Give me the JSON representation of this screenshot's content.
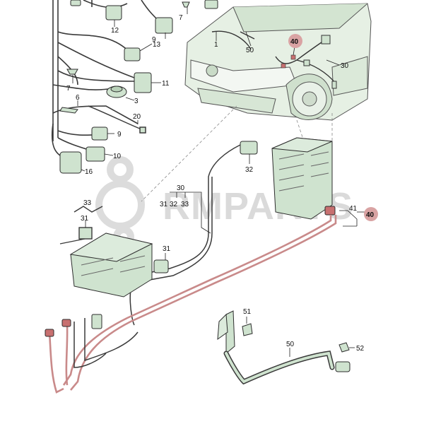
{
  "watermark": {
    "text": "RMPARTS"
  },
  "colors": {
    "part_fill": "#cfe3cf",
    "part_stroke": "#2d2d2d",
    "harness": "#3a3a3a",
    "battery_cable": "#c98a8a",
    "callout_highlight": "#d9a3a3",
    "watermark": "#d7d7d7",
    "car_body": "#dfeedd"
  },
  "callouts": {
    "c12": "12",
    "c9a": "9",
    "c7a": "7",
    "c13": "13",
    "c1": "1",
    "c50a": "50",
    "c40a": "40",
    "c30a": "30",
    "c7b": "7",
    "c11": "11",
    "c3": "3",
    "c6": "6",
    "c20": "20",
    "c9b": "9",
    "c10": "10",
    "c16": "16",
    "c32a": "32",
    "c30b": "30",
    "c31a": "31",
    "c32b": "32",
    "c33a": "33",
    "c33b": "33",
    "c31b": "31",
    "c31c": "31",
    "c41": "41",
    "c40b": "40",
    "c51": "51",
    "c50b": "50",
    "c52": "52"
  }
}
